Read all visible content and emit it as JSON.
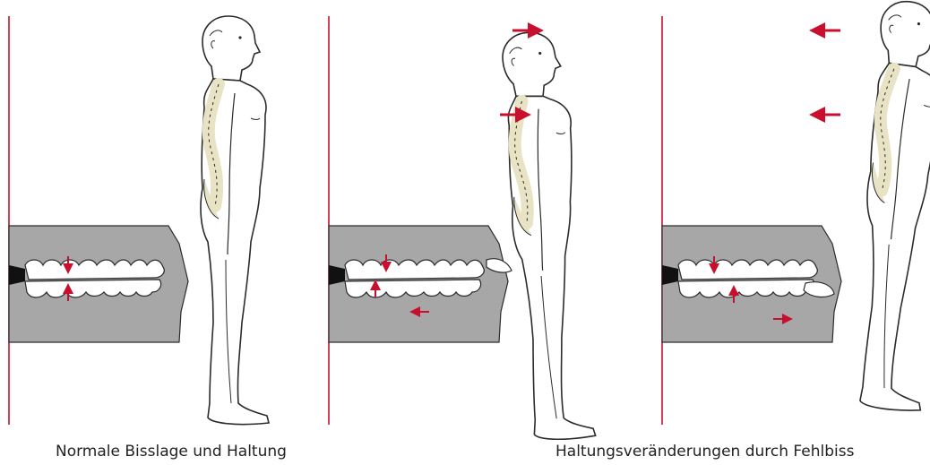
{
  "captions": {
    "normal": "Normale Bisslage und Haltung",
    "malocclusion": "Haltungsveränderungen durch Fehlbiss"
  },
  "colors": {
    "accent": "#c8102e",
    "jaw_fill": "#a7a7a7",
    "outline": "#2b2b2b",
    "spine": "#e8e3c4"
  },
  "panels": [
    {
      "id": "normal",
      "posture": "upright",
      "bite": "normal"
    },
    {
      "id": "class-ii",
      "posture": "leaning-back",
      "bite": "retruded",
      "force_direction": "forward"
    },
    {
      "id": "class-iii",
      "posture": "leaning-forward",
      "bite": "protruded",
      "force_direction": "backward"
    }
  ]
}
